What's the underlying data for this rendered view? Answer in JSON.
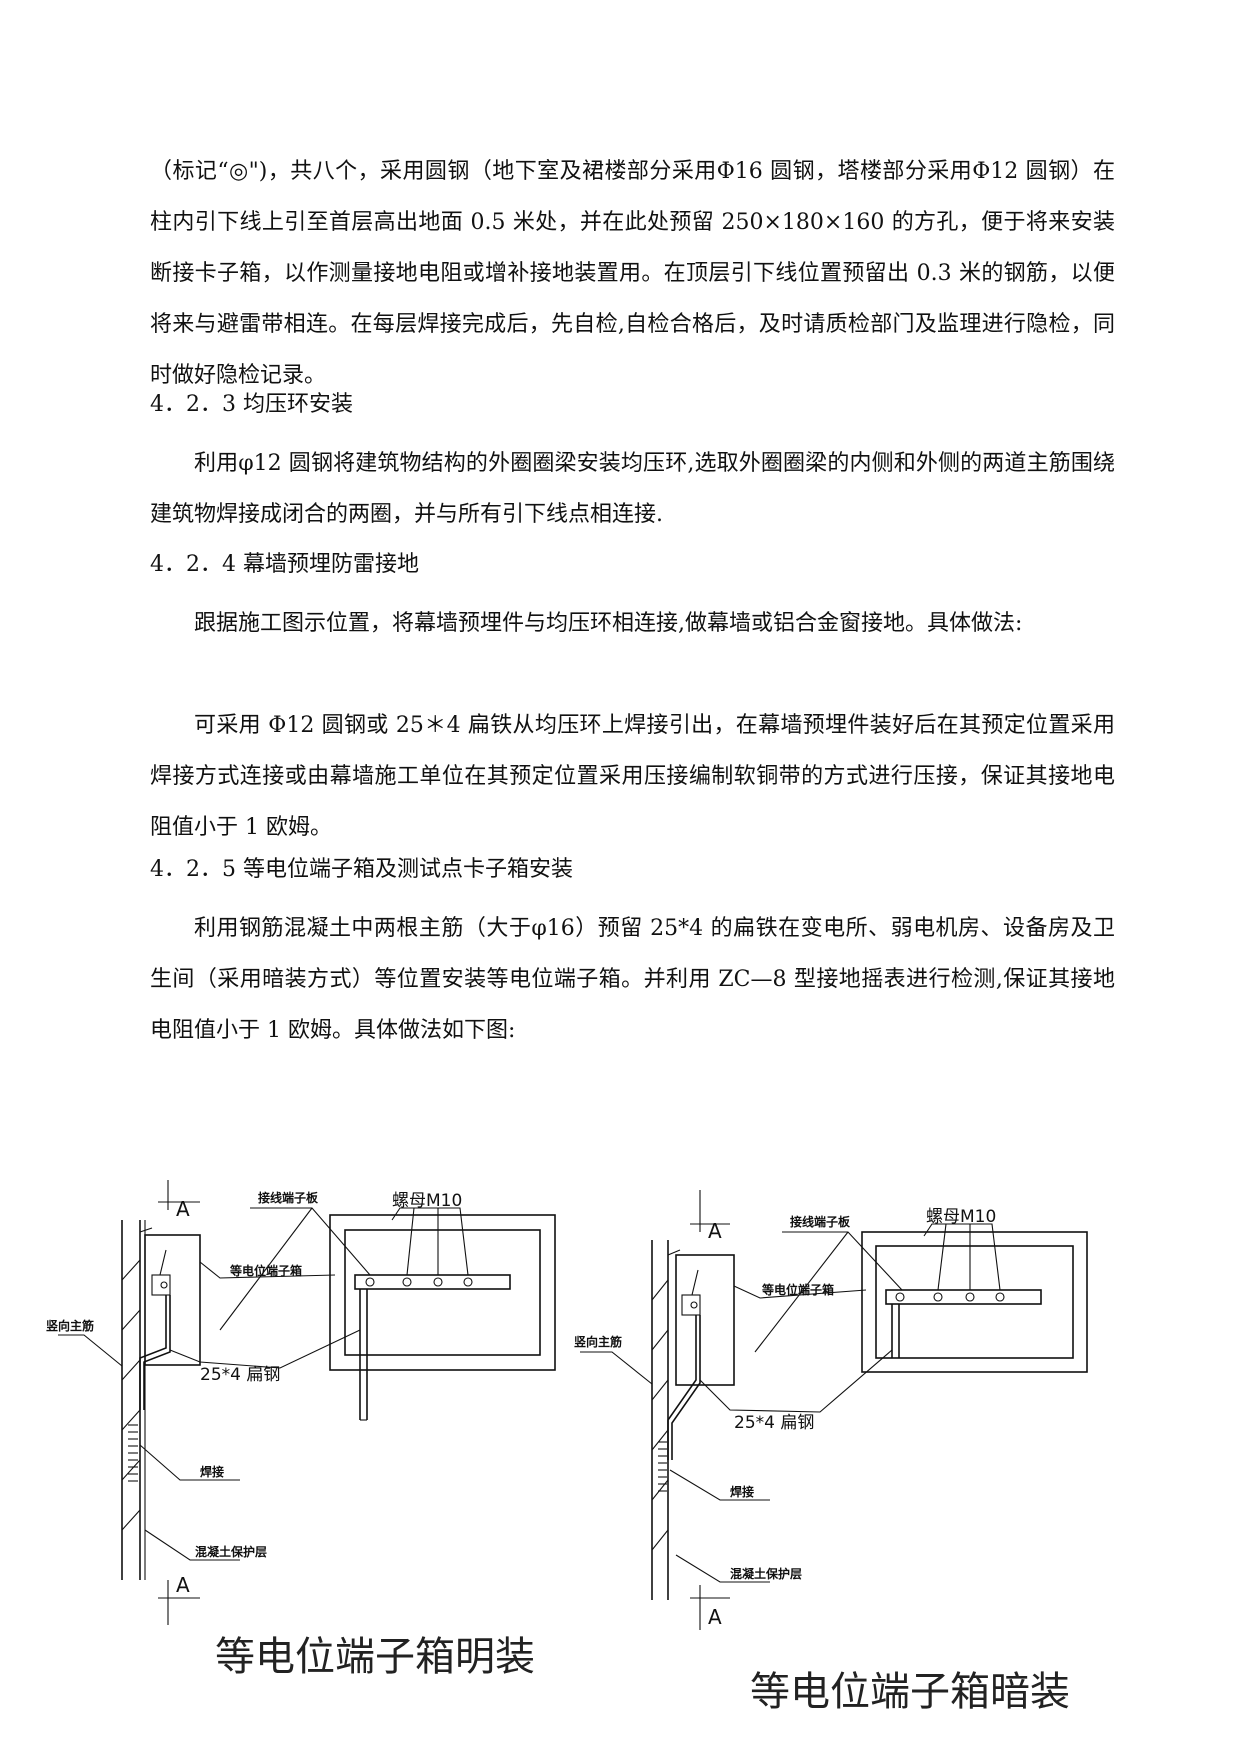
{
  "paragraphs": {
    "p1": "（标记“◎\")，共八个，采用圆钢（地下室及裙楼部分采用Φ16 圆钢，塔楼部分采用Φ12 圆钢）在柱内引下线上引至首层高出地面 0.5 米处，并在此处预留 250×180×160 的方孔，便于将来安装断接卡子箱，以作测量接地电阻或增补接地装置用。在顶层引下线位置预留出 0.3 米的钢筋，以便将来与避雷带相连。在每层焊接完成后，先自检,自检合格后，及时请质检部门及监理进行隐检，同时做好隐检记录。",
    "h423": "4．2．3  均压环安装",
    "p2": "利用φ12 圆钢将建筑物结构的外圈圈梁安装均压环,选取外圈圈梁的内侧和外侧的两道主筋围绕建筑物焊接成闭合的两圈，并与所有引下线点相连接.",
    "h424": "4．2．4 幕墙预埋防雷接地",
    "p3": "跟据施工图示位置，将幕墙预埋件与均压环相连接,做幕墙或铝合金窗接地。具体做法:",
    "p4": "可采用 Φ12 圆钢或 25＊4 扁铁从均压环上焊接引出，在幕墙预埋件装好后在其预定位置采用焊接方式连接或由幕墙施工单位在其预定位置采用压接编制软铜带的方式进行压接，保证其接地电阻值小于 1 欧姆。",
    "h425": "4．2．5 等电位端子箱及测试点卡子箱安装",
    "p5": "利用钢筋混凝土中两根主筋（大于φ16）预留 25*4 的扁铁在变电所、弱电机房、设备房及卫生间（采用暗装方式）等位置安装等电位端子箱。并利用 ZC—8 型接地摇表进行检测,保证其接地电阻值小于 1 欧姆。具体做法如下图:"
  },
  "figure": {
    "left": {
      "caption": "等电位端子箱明装",
      "section_mark": "A",
      "terminal_board": "接线端子板",
      "nut": "螺母M10",
      "box": "等电位端子箱",
      "main_rebar": "竖向主筋",
      "flat_steel": "25*4 扁钢",
      "weld": "焊接",
      "cover": "混凝土保护层"
    },
    "right": {
      "caption": "等电位端子箱暗装",
      "section_mark": "A",
      "terminal_board": "接线端子板",
      "nut": "螺母M10",
      "box": "等电位端子箱",
      "main_rebar": "竖向主筋",
      "flat_steel": "25*4 扁钢",
      "weld": "焊接",
      "cover": "混凝土保护层"
    }
  }
}
